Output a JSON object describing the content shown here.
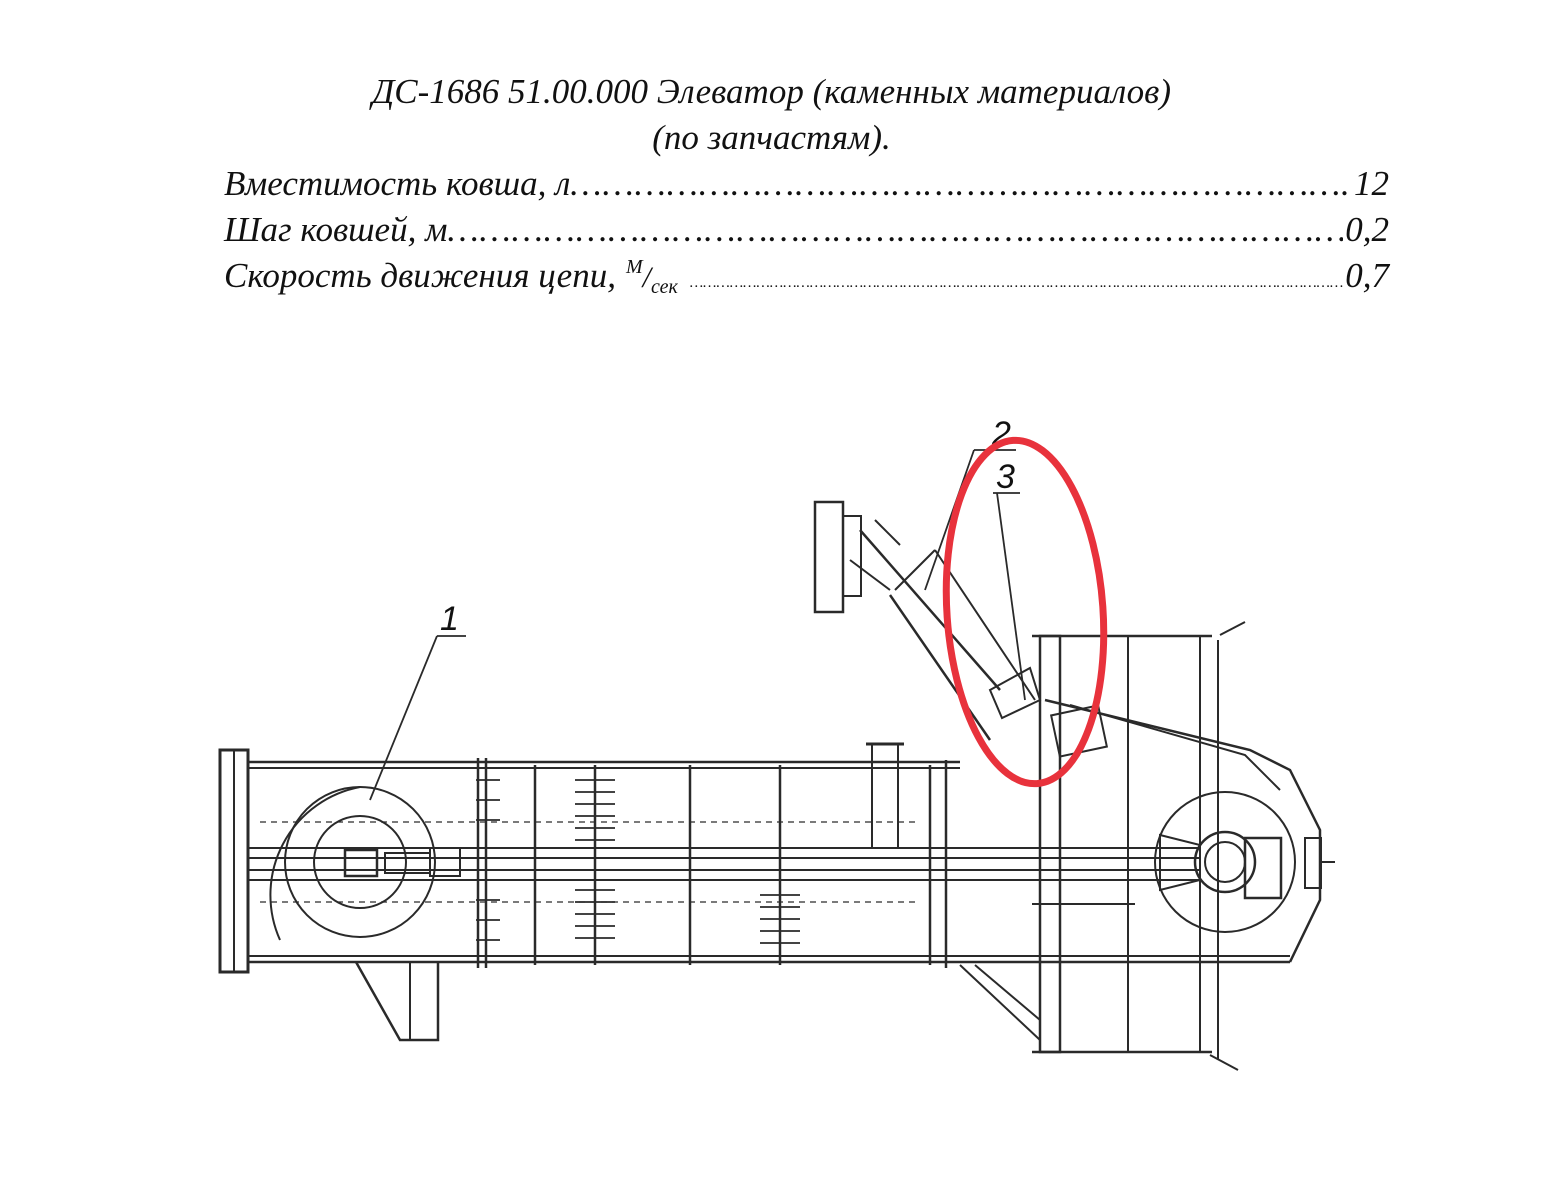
{
  "title": {
    "line1": "ДС-1686 51.00.000 Элеватор (каменных материалов)",
    "line2": "(по запчастям)."
  },
  "specs": [
    {
      "label": "Вместимость ковша, л",
      "value": "12"
    },
    {
      "label": "Шаг ковшей, м",
      "value": "0,2"
    },
    {
      "label": "Скорость движения цепи,",
      "unit_num": "М",
      "unit_den": "сек",
      "value": "0,7"
    }
  ],
  "callouts": [
    "1",
    "2",
    "3"
  ],
  "colors": {
    "line": "#2a2a2a",
    "highlight": "#e8323c"
  }
}
